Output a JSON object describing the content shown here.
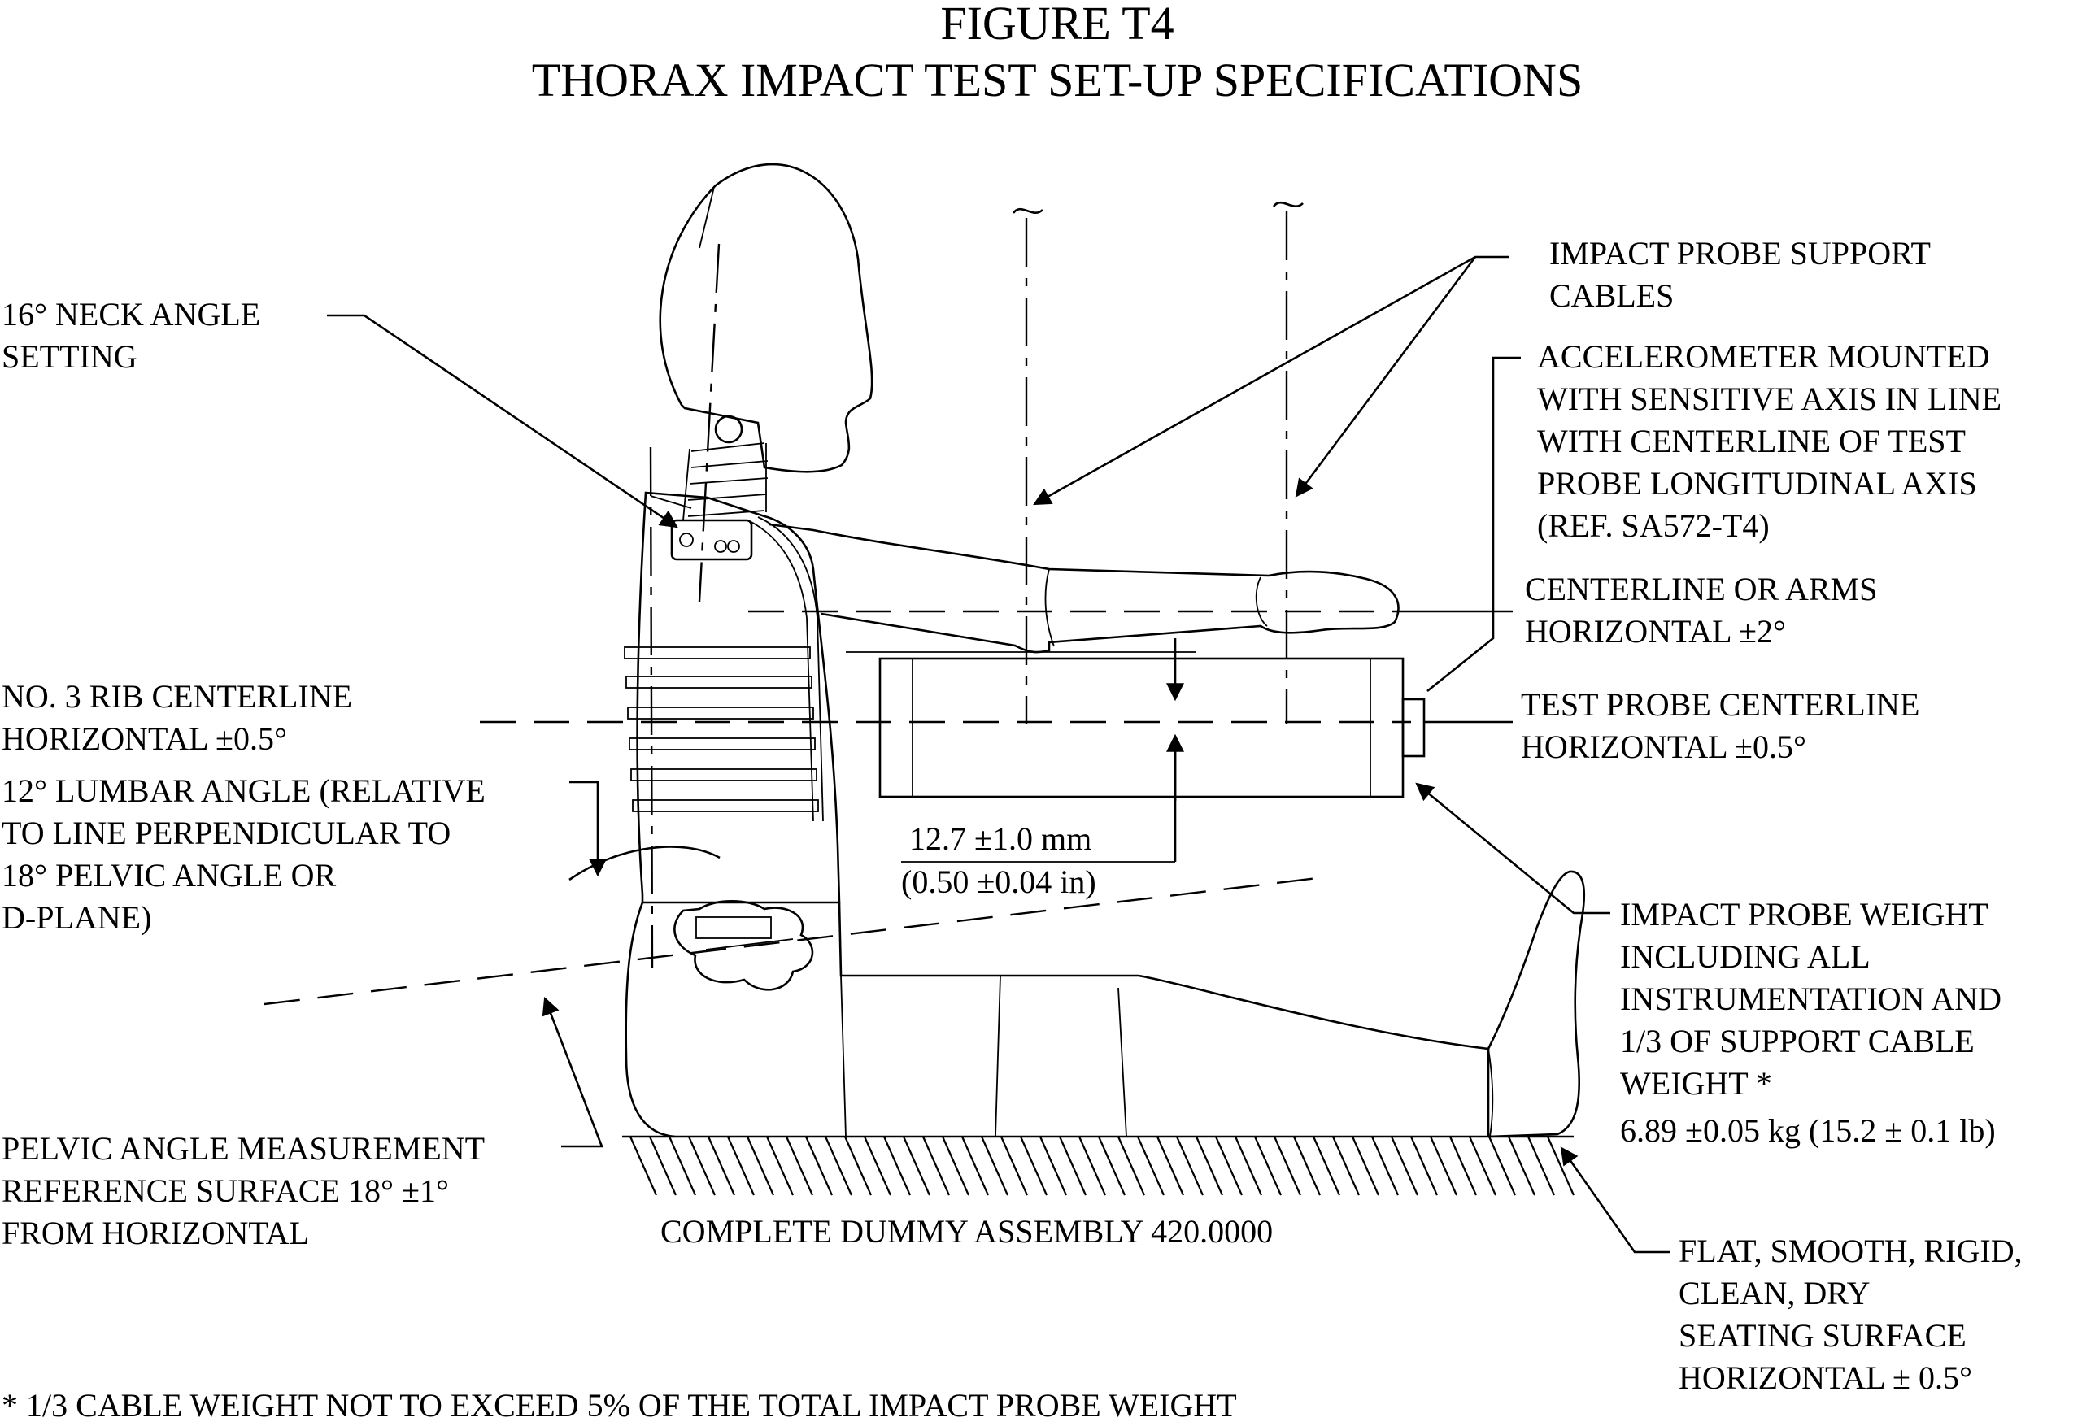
{
  "figure": {
    "number": "FIGURE T4",
    "title": "THORAX IMPACT TEST SET-UP SPECIFICATIONS"
  },
  "labels": {
    "neck_angle": [
      "16° NECK ANGLE",
      "SETTING"
    ],
    "rib_centerline": [
      "NO. 3 RIB CENTERLINE",
      "HORIZONTAL ±0.5°"
    ],
    "lumbar_angle": [
      "12° LUMBAR ANGLE (RELATIVE",
      "TO LINE PERPENDICULAR TO",
      "18° PELVIC ANGLE OR",
      "D-PLANE)"
    ],
    "pelvic_surface": [
      "PELVIC ANGLE MEASUREMENT",
      "REFERENCE SURFACE   18° ±1°",
      "FROM HORIZONTAL"
    ],
    "support_cables": [
      "IMPACT PROBE SUPPORT",
      "CABLES"
    ],
    "accelerometer": [
      "ACCELEROMETER MOUNTED",
      "WITH SENSITIVE AXIS IN LINE",
      "WITH CENTERLINE OF TEST",
      "PROBE LONGITUDINAL AXIS",
      "(REF. SA572-T4)"
    ],
    "arms_centerline": [
      "CENTERLINE OR ARMS",
      "HORIZONTAL ±2°"
    ],
    "probe_centerline": [
      "TEST PROBE CENTERLINE",
      "HORIZONTAL ±0.5°"
    ],
    "offset_dimension": [
      "12.7 ±1.0 mm",
      "(0.50 ±0.04 in)"
    ],
    "probe_weight": [
      "IMPACT PROBE WEIGHT",
      "INCLUDING ALL",
      "INSTRUMENTATION AND",
      "1/3 OF SUPPORT CABLE",
      "WEIGHT *",
      "6.89 ±0.05 kg (15.2 ± 0.1 lb)"
    ],
    "seating_surface": [
      "FLAT, SMOOTH, RIGID,",
      "CLEAN, DRY",
      "SEATING SURFACE",
      "HORIZONTAL ± 0.5°"
    ],
    "assembly": "COMPLETE DUMMY ASSEMBLY 420.0000"
  },
  "footnote": "* 1/3 CABLE WEIGHT NOT TO EXCEED 5% OF THE TOTAL IMPACT PROBE WEIGHT"
}
